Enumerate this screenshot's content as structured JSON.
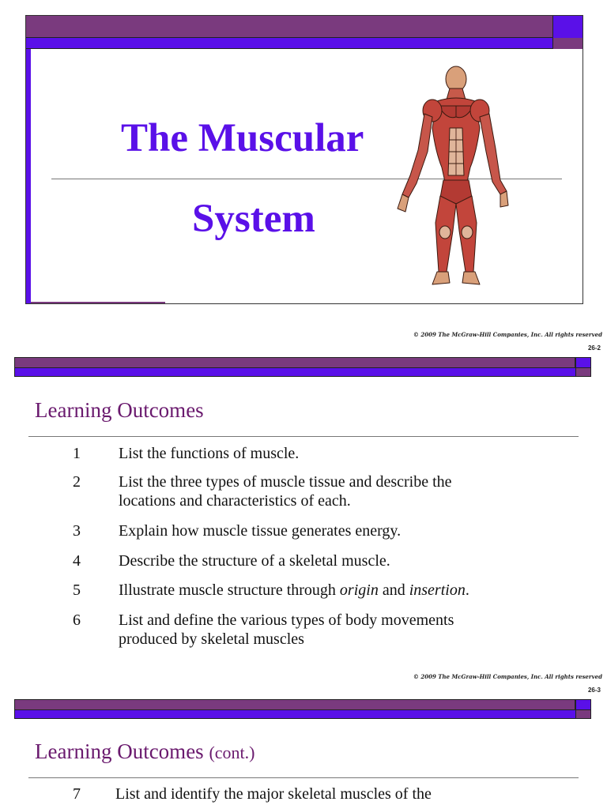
{
  "slide1": {
    "title_line1": "The Muscular",
    "title_line2": "System",
    "copyright": "© 2009 The McGraw-Hill Companies, Inc. All rights reserved"
  },
  "slide2": {
    "slide_number": "26-2",
    "title": "Learning Outcomes",
    "outcomes": [
      {
        "num": "1",
        "text": "List the functions of muscle."
      },
      {
        "num": "2",
        "line1": "List the three types of muscle tissue and describe the",
        "line2": "locations and characteristics of each."
      },
      {
        "num": "3",
        "text": "Explain how muscle tissue generates energy."
      },
      {
        "num": "4",
        "text": "Describe the structure of a skeletal muscle."
      },
      {
        "num": "5",
        "pre": "Illustrate muscle structure through ",
        "em1": "origin",
        "mid": " and ",
        "em2": "insertion",
        "post": "."
      },
      {
        "num": "6",
        "line1": "List and define the various types of body movements",
        "line2": "produced by skeletal muscles"
      }
    ],
    "copyright": "© 2009 The McGraw-Hill Companies, Inc. All rights reserved"
  },
  "slide3": {
    "slide_number": "26-3",
    "title": "Learning Outcomes",
    "title_suffix": "(cont.)",
    "outcomes": [
      {
        "num": "7",
        "text": "List and identify the major skeletal muscles of the"
      }
    ]
  },
  "colors": {
    "purple": "#7a3a7e",
    "blue": "#5a10e8",
    "title_purple": "#6a1a6e"
  }
}
